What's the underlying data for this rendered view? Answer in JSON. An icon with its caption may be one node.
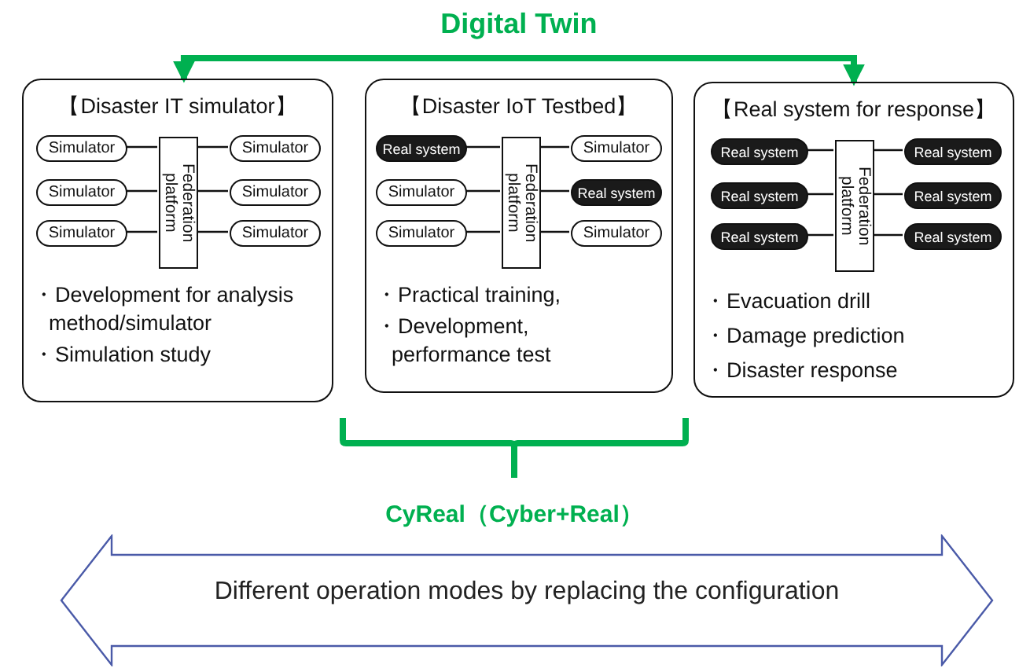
{
  "diagram": {
    "nodes": [
      {
        "text": [
          "【Disaster IT simulator】",
          "・Development for analysis method/simulator",
          "・Simulation study"
        ]
      },
      {
        "text": [
          "Simulator"
        ],
        "in": 0
      },
      {
        "text": [
          "Simulator"
        ],
        "in": 0
      },
      {
        "text": [
          "Simulator"
        ],
        "in": 0
      },
      {
        "text": [
          "Federation platform"
        ],
        "in": 0
      },
      {
        "text": [
          "Simulator"
        ],
        "in": 0
      },
      {
        "text": [
          "Simulator"
        ],
        "in": 0
      },
      {
        "text": [
          "Simulator"
        ],
        "in": 0
      },
      {
        "text": [
          "【Disaster IoT Testbed】",
          "・Practical training,",
          "・Development, performance test"
        ]
      },
      {
        "text": [
          "Real system"
        ],
        "in": 8
      },
      {
        "text": [
          "Simulator"
        ],
        "in": 8
      },
      {
        "text": [
          "Simulator"
        ],
        "in": 8
      },
      {
        "text": [
          "Federation platform"
        ],
        "in": 8
      },
      {
        "text": [
          "Simulator"
        ],
        "in": 8
      },
      {
        "text": [
          "Real system"
        ],
        "in": 8
      },
      {
        "text": [
          "Simulator"
        ],
        "in": 8
      },
      {
        "text": [
          "【Real system for response】",
          "・Evacuation drill",
          "・Damage prediction",
          "・Disaster response"
        ]
      },
      {
        "text": [
          "Real system"
        ],
        "in": 16
      },
      {
        "text": [
          "Real system"
        ],
        "in": 16
      },
      {
        "text": [
          "Real system"
        ],
        "in": 16
      },
      {
        "text": [
          "Federation platform"
        ],
        "in": 16
      },
      {
        "text": [
          "Real system"
        ],
        "in": 16
      },
      {
        "text": [
          "Real system"
        ],
        "in": 16
      },
      {
        "text": [
          "Real system"
        ],
        "in": 16
      },
      {
        "text": [
          "Different operation modes by replacing the configuration"
        ]
      }
    ],
    "edges": [
      {
        "from": 0,
        "to": 16,
        "arrow": "both",
        "label": "Digital Twin",
        "style": "thick",
        "color": "#00b050"
      },
      {
        "from": 1,
        "to": 4,
        "arrow": "none"
      },
      {
        "from": 2,
        "to": 4,
        "arrow": "none"
      },
      {
        "from": 3,
        "to": 4,
        "arrow": "none"
      },
      {
        "from": 4,
        "to": 5,
        "arrow": "none"
      },
      {
        "from": 4,
        "to": 6,
        "arrow": "none"
      },
      {
        "from": 4,
        "to": 7,
        "arrow": "none"
      },
      {
        "from": 9,
        "to": 12,
        "arrow": "none"
      },
      {
        "from": 10,
        "to": 12,
        "arrow": "none"
      },
      {
        "from": 11,
        "to": 12,
        "arrow": "none"
      },
      {
        "from": 12,
        "to": 13,
        "arrow": "none"
      },
      {
        "from": 12,
        "to": 14,
        "arrow": "none"
      },
      {
        "from": 12,
        "to": 15,
        "arrow": "none"
      },
      {
        "from": 17,
        "to": 20,
        "arrow": "none"
      },
      {
        "from": 18,
        "to": 20,
        "arrow": "none"
      },
      {
        "from": 19,
        "to": 20,
        "arrow": "none"
      },
      {
        "from": 20,
        "to": 21,
        "arrow": "none"
      },
      {
        "from": 20,
        "to": 22,
        "arrow": "none"
      },
      {
        "from": 20,
        "to": 23,
        "arrow": "none"
      }
    ],
    "labels": [
      "CyReal（Cyber+Real）"
    ]
  }
}
